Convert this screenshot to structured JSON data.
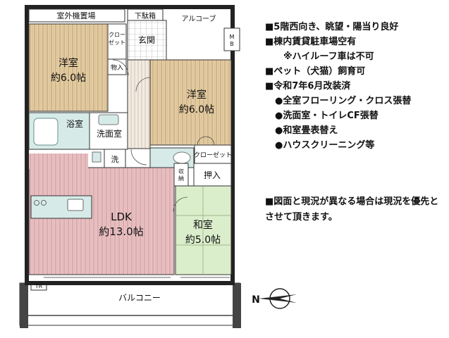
{
  "floor_plan": {
    "rooms": {
      "outdoor_unit_space": "室外機置場",
      "shoe_box": "下駄箱",
      "alcove": "アルコーブ",
      "mb": "M\nB",
      "closet_vertical": "クロー\nゼット",
      "entrance": "玄関",
      "storage_small": "物入",
      "western_room_1": {
        "name": "洋室",
        "size": "約6.0帖"
      },
      "western_room_2": {
        "name": "洋室",
        "size": "約6.0帖"
      },
      "bathroom": "浴室",
      "washroom": "洗面室",
      "washer": "洗",
      "closet": "クローゼット",
      "storage_narrow": "収\n納",
      "push_in": "押入",
      "ldk": {
        "name": "LDK",
        "size": "約13.0帖"
      },
      "japanese_room": {
        "name": "和室",
        "size": "約5.0帖"
      },
      "trunk_room": "TR",
      "balcony": "バルコニー",
      "north_marker": "N"
    }
  },
  "notes": {
    "lines": [
      "■5階西向き、眺望・陽当り良好",
      "■棟内賃貸駐車場空有",
      "※ハイルーフ車は不可",
      "■ペット（犬猫）飼育可",
      "■令和7年6月改装済",
      "●全室フローリング・クロス張替",
      "●洗面室・トイレCF張替",
      "●和室畳表替え",
      "●ハウスクリーニング等"
    ],
    "disclaimer": "■図面と現況が異なる場合は現況を優先とさせて頂きます。"
  }
}
